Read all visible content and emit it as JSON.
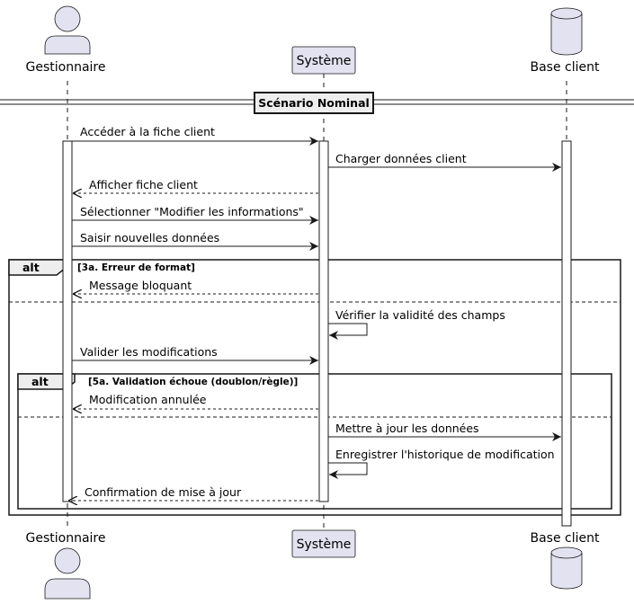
{
  "participants": {
    "manager": "Gestionnaire",
    "system": "Système",
    "db": "Base client"
  },
  "separator": "Scénario Nominal",
  "messages": {
    "m1": "Accéder à la fiche client",
    "m2": "Charger données client",
    "m3": "Afficher fiche client",
    "m4": "Sélectionner \"Modifier les informations\"",
    "m5": "Saisir nouvelles données",
    "m6": "Message bloquant",
    "m7": "Vérifier la validité des champs",
    "m8": "Valider les modifications",
    "m9": "Modification annulée",
    "m10": "Mettre à jour les données",
    "m11": "Enregistrer l'historique de modification",
    "m12": "Confirmation de mise à jour"
  },
  "fragments": {
    "alt1_keyword": "alt",
    "alt1_guard": "[3a. Erreur de format]",
    "alt2_keyword": "alt",
    "alt2_guard": "[5a. Validation échoue (doublon/règle)]"
  },
  "colors": {
    "participant_fill": "#e2e2f0",
    "participant_stroke": "#181818",
    "line": "#181818"
  }
}
